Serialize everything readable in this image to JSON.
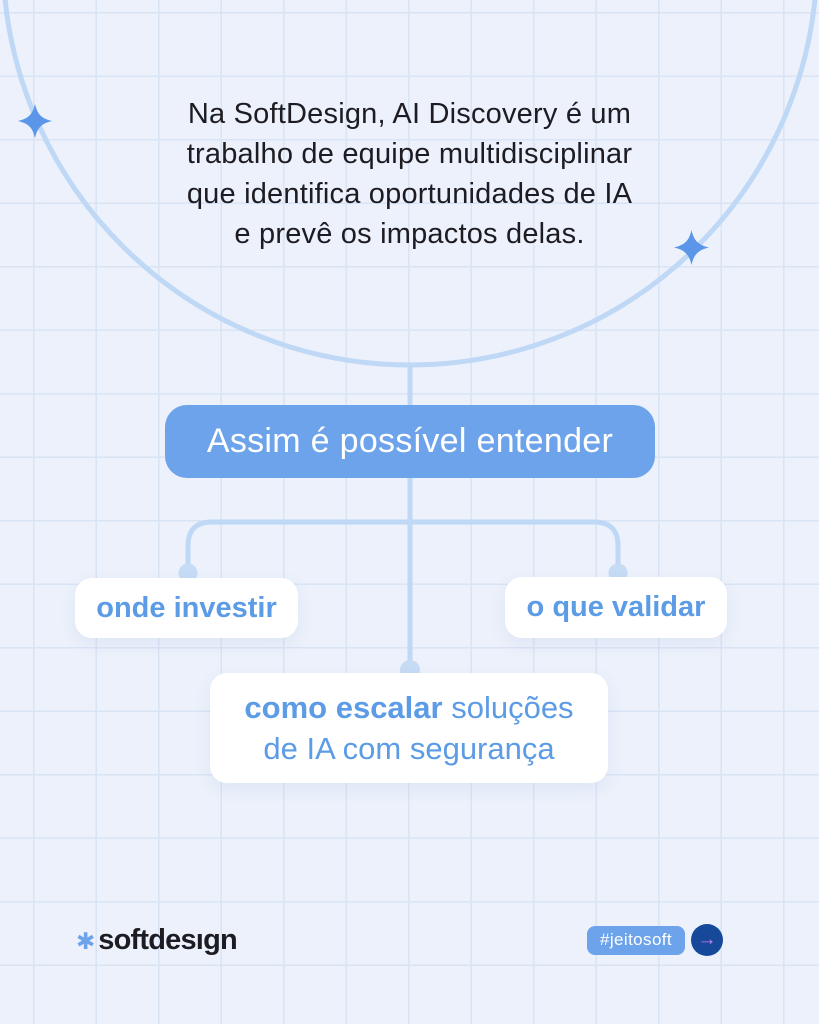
{
  "intro": {
    "text": "Na SoftDesign, AI Discovery é um trabalho de equipe multidisciplinar que identifica oportunidades de IA e prevê os impactos delas.",
    "lines": [
      "Na SoftDesign, AI Discovery é um",
      "trabalho de equipe multidisciplinar",
      "que identifica oportunidades de IA",
      "e prevê os impactos delas."
    ]
  },
  "diagram": {
    "root_label": "Assim é possível entender",
    "children": {
      "left": {
        "label": "onde investir"
      },
      "right": {
        "label": "o que validar"
      },
      "center": {
        "line1_bold": "como escalar",
        "line1_rest": " soluções",
        "line2": "de IA com segurança"
      }
    }
  },
  "footer": {
    "brand": "softdesıgn",
    "hashtag": "#jeitosoft"
  },
  "icons": {
    "brand_asterisk": "✱",
    "arrow_right": "→",
    "sparkle": "four-point-star"
  },
  "colors": {
    "background": "#ECF1FB",
    "grid_line": "#D9E4F5",
    "arc_line": "#BFD8F5",
    "connector_dot": "#C6DBF4",
    "accent_blue": "#6CA3EA",
    "sparkle_blue": "#5B96E8",
    "node_text_blue": "#5C9BE5",
    "dark_text": "#1D1C22",
    "navy_circle": "#17499B",
    "arrow_purple": "#C97FF2"
  }
}
